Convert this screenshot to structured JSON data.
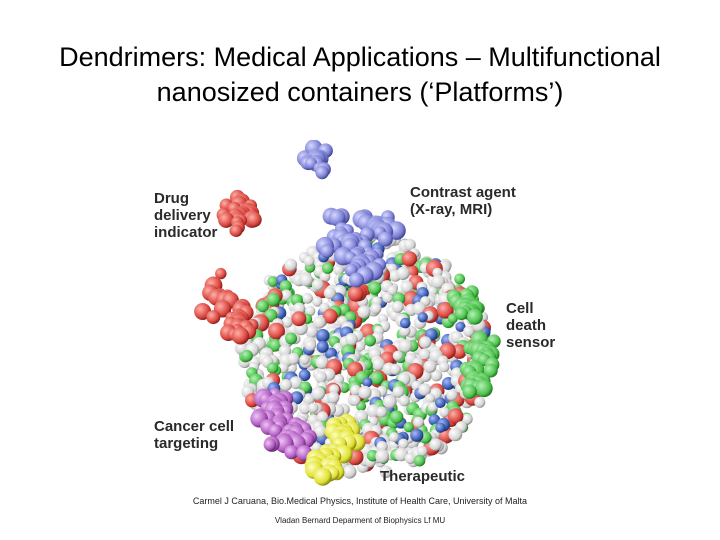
{
  "slide": {
    "title_line1": "Dendrimers: Medical Applications – Multifunctional",
    "title_line2": "nanosized containers (‘Platforms’)"
  },
  "figure": {
    "labels": {
      "drug_delivery": [
        "Drug",
        "delivery",
        "indicator"
      ],
      "contrast_agent": [
        "Contrast agent",
        "(X-ray, MRI)"
      ],
      "cell_death": [
        "Cell",
        "death",
        "sensor"
      ],
      "cancer_targeting": [
        "Cancer cell",
        "targeting"
      ],
      "therapeutic": [
        "Therapeutic"
      ]
    },
    "colors": {
      "contrast_agent": "#7b7fd4",
      "drug_delivery": "#d94a4a",
      "cell_death": "#4cc24c",
      "cancer_targeting": "#b05cc0",
      "therapeutic": "#e0e030",
      "core_white": "#e8e8e8",
      "core_green": "#5fb07a",
      "core_red": "#d9463f",
      "core_blue": "#3b5fb0"
    }
  },
  "footer": {
    "credit_line1": "Carmel J Caruana, Bio.Medical Physics, Institute of Health Care, University of Malta",
    "credit_line2": "Vladan Bernard Deparment of Biophysics Lf MU"
  }
}
